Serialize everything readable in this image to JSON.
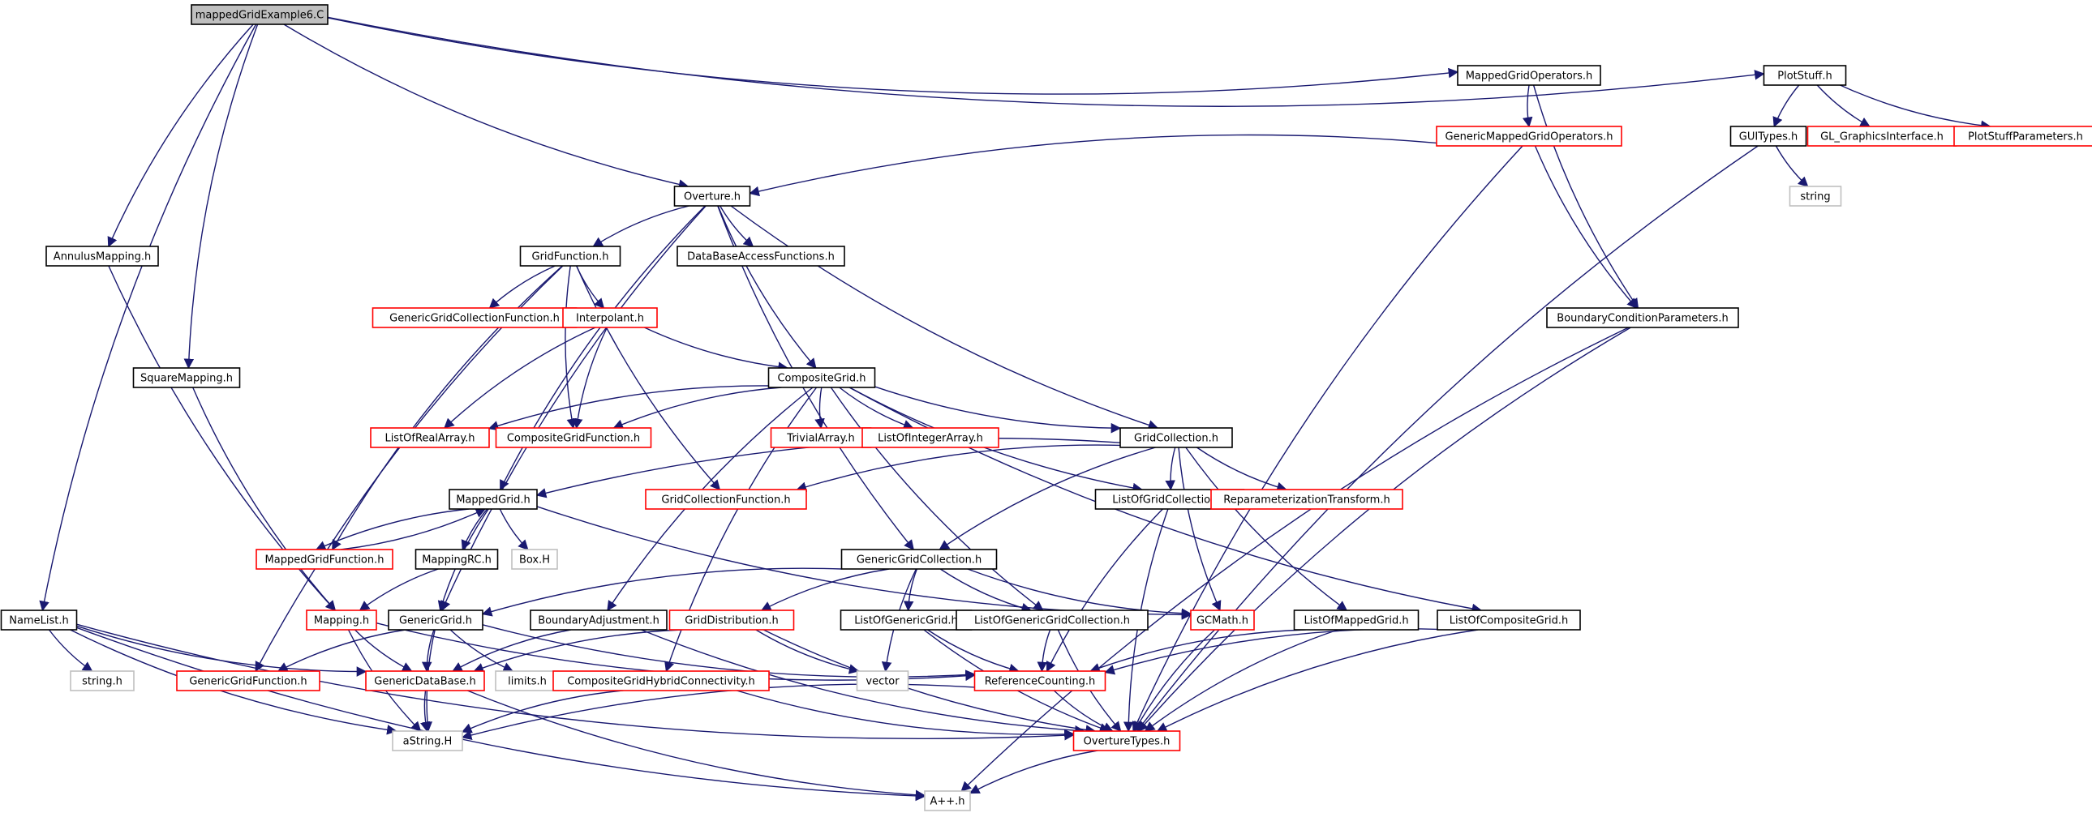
{
  "colors": {
    "edge": "#191970",
    "root_fill": "#bfbfbf",
    "normal_border": "#000000",
    "truncated_border": "#ff0000",
    "external_border": "#bfbfbf"
  },
  "nodes": [
    {
      "id": "root",
      "label": "mappedGridExample6.C",
      "kind": "root"
    },
    {
      "id": "mgo",
      "label": "MappedGridOperators.h",
      "kind": "normal"
    },
    {
      "id": "plotstuff",
      "label": "PlotStuff.h",
      "kind": "normal"
    },
    {
      "id": "gmgo",
      "label": "GenericMappedGridOperators.h",
      "kind": "truncated"
    },
    {
      "id": "guitypes",
      "label": "GUITypes.h",
      "kind": "normal"
    },
    {
      "id": "glgi",
      "label": "GL_GraphicsInterface.h",
      "kind": "truncated"
    },
    {
      "id": "psp",
      "label": "PlotStuffParameters.h",
      "kind": "truncated"
    },
    {
      "id": "string",
      "label": "string",
      "kind": "external"
    },
    {
      "id": "overture",
      "label": "Overture.h",
      "kind": "normal"
    },
    {
      "id": "annulus",
      "label": "AnnulusMapping.h",
      "kind": "normal"
    },
    {
      "id": "gridfunction",
      "label": "GridFunction.h",
      "kind": "normal"
    },
    {
      "id": "dbaf",
      "label": "DataBaseAccessFunctions.h",
      "kind": "normal"
    },
    {
      "id": "bcp",
      "label": "BoundaryConditionParameters.h",
      "kind": "normal"
    },
    {
      "id": "ggcf",
      "label": "GenericGridCollectionFunction.h",
      "kind": "truncated"
    },
    {
      "id": "interpolant",
      "label": "Interpolant.h",
      "kind": "truncated"
    },
    {
      "id": "square",
      "label": "SquareMapping.h",
      "kind": "normal"
    },
    {
      "id": "compositegrid",
      "label": "CompositeGrid.h",
      "kind": "normal"
    },
    {
      "id": "lora",
      "label": "ListOfRealArray.h",
      "kind": "truncated"
    },
    {
      "id": "cgf",
      "label": "CompositeGridFunction.h",
      "kind": "truncated"
    },
    {
      "id": "trivial",
      "label": "TrivialArray.h",
      "kind": "truncated"
    },
    {
      "id": "loia",
      "label": "ListOfIntegerArray.h",
      "kind": "truncated"
    },
    {
      "id": "gridcollection",
      "label": "GridCollection.h",
      "kind": "normal"
    },
    {
      "id": "mappedgrid",
      "label": "MappedGrid.h",
      "kind": "normal"
    },
    {
      "id": "gcf",
      "label": "GridCollectionFunction.h",
      "kind": "truncated"
    },
    {
      "id": "logc",
      "label": "ListOfGridCollection.h",
      "kind": "normal"
    },
    {
      "id": "rt",
      "label": "ReparameterizationTransform.h",
      "kind": "truncated"
    },
    {
      "id": "mgf",
      "label": "MappedGridFunction.h",
      "kind": "truncated"
    },
    {
      "id": "mappingrc",
      "label": "MappingRC.h",
      "kind": "normal"
    },
    {
      "id": "boxh",
      "label": "Box.H",
      "kind": "external"
    },
    {
      "id": "ggc",
      "label": "GenericGridCollection.h",
      "kind": "normal"
    },
    {
      "id": "namelist",
      "label": "NameList.h",
      "kind": "normal"
    },
    {
      "id": "mapping",
      "label": "Mapping.h",
      "kind": "truncated"
    },
    {
      "id": "genericgrid",
      "label": "GenericGrid.h",
      "kind": "normal"
    },
    {
      "id": "ba",
      "label": "BoundaryAdjustment.h",
      "kind": "normal"
    },
    {
      "id": "griddist",
      "label": "GridDistribution.h",
      "kind": "truncated"
    },
    {
      "id": "loggrid",
      "label": "ListOfGenericGrid.h",
      "kind": "normal"
    },
    {
      "id": "loggc",
      "label": "ListOfGenericGridCollection.h",
      "kind": "normal"
    },
    {
      "id": "gcmath",
      "label": "GCMath.h",
      "kind": "truncated"
    },
    {
      "id": "lomg",
      "label": "ListOfMappedGrid.h",
      "kind": "normal"
    },
    {
      "id": "locg",
      "label": "ListOfCompositeGrid.h",
      "kind": "normal"
    },
    {
      "id": "stringh",
      "label": "string.h",
      "kind": "external"
    },
    {
      "id": "ggf",
      "label": "GenericGridFunction.h",
      "kind": "truncated"
    },
    {
      "id": "gdb",
      "label": "GenericDataBase.h",
      "kind": "truncated"
    },
    {
      "id": "limits",
      "label": "limits.h",
      "kind": "external"
    },
    {
      "id": "cghc",
      "label": "CompositeGridHybridConnectivity.h",
      "kind": "truncated"
    },
    {
      "id": "vector",
      "label": "vector",
      "kind": "external"
    },
    {
      "id": "refcount",
      "label": "ReferenceCounting.h",
      "kind": "truncated"
    },
    {
      "id": "astring",
      "label": "aString.H",
      "kind": "external"
    },
    {
      "id": "overturetypes",
      "label": "OvertureTypes.h",
      "kind": "truncated"
    },
    {
      "id": "app",
      "label": "A++.h",
      "kind": "external"
    }
  ],
  "edges": [
    [
      "root",
      "overture"
    ],
    [
      "root",
      "annulus"
    ],
    [
      "root",
      "square"
    ],
    [
      "root",
      "namelist"
    ],
    [
      "root",
      "mgo"
    ],
    [
      "root",
      "plotstuff"
    ],
    [
      "mgo",
      "gmgo"
    ],
    [
      "mgo",
      "bcp"
    ],
    [
      "plotstuff",
      "guitypes"
    ],
    [
      "plotstuff",
      "glgi"
    ],
    [
      "plotstuff",
      "psp"
    ],
    [
      "guitypes",
      "string"
    ],
    [
      "guitypes",
      "overturetypes"
    ],
    [
      "gmgo",
      "overture"
    ],
    [
      "gmgo",
      "bcp"
    ],
    [
      "gmgo",
      "overturetypes"
    ],
    [
      "bcp",
      "overturetypes"
    ],
    [
      "bcp",
      "app"
    ],
    [
      "overture",
      "gridfunction"
    ],
    [
      "overture",
      "dbaf"
    ],
    [
      "overture",
      "compositegrid"
    ],
    [
      "overture",
      "gridcollection"
    ],
    [
      "overture",
      "ggc"
    ],
    [
      "overture",
      "mappedgrid"
    ],
    [
      "overture",
      "genericgrid"
    ],
    [
      "gridfunction",
      "ggcf"
    ],
    [
      "gridfunction",
      "interpolant"
    ],
    [
      "gridfunction",
      "cgf"
    ],
    [
      "gridfunction",
      "gcf"
    ],
    [
      "gridfunction",
      "mgf"
    ],
    [
      "gridfunction",
      "ggf"
    ],
    [
      "interpolant",
      "compositegrid"
    ],
    [
      "interpolant",
      "lora"
    ],
    [
      "interpolant",
      "cgf"
    ],
    [
      "compositegrid",
      "lora"
    ],
    [
      "compositegrid",
      "cgf"
    ],
    [
      "compositegrid",
      "trivial"
    ],
    [
      "compositegrid",
      "loia"
    ],
    [
      "compositegrid",
      "gridcollection"
    ],
    [
      "compositegrid",
      "logc"
    ],
    [
      "compositegrid",
      "loggc"
    ],
    [
      "compositegrid",
      "locg"
    ],
    [
      "compositegrid",
      "ba"
    ],
    [
      "compositegrid",
      "cghc"
    ],
    [
      "gridcollection",
      "mappedgrid"
    ],
    [
      "gridcollection",
      "gcf"
    ],
    [
      "gridcollection",
      "logc"
    ],
    [
      "gridcollection",
      "rt"
    ],
    [
      "gridcollection",
      "ggc"
    ],
    [
      "gridcollection",
      "gcmath"
    ],
    [
      "gridcollection",
      "lomg"
    ],
    [
      "mappedgrid",
      "mgf"
    ],
    [
      "mappedgrid",
      "mappingrc"
    ],
    [
      "mappedgrid",
      "boxh"
    ],
    [
      "mappedgrid",
      "genericgrid"
    ],
    [
      "mappedgrid",
      "gcmath"
    ],
    [
      "mgf",
      "mappedgrid"
    ],
    [
      "mappingrc",
      "mapping"
    ],
    [
      "annulus",
      "mapping"
    ],
    [
      "square",
      "mapping"
    ],
    [
      "logc",
      "refcount"
    ],
    [
      "logc",
      "overturetypes"
    ],
    [
      "ggc",
      "genericgrid"
    ],
    [
      "ggc",
      "griddist"
    ],
    [
      "ggc",
      "loggrid"
    ],
    [
      "ggc",
      "loggc"
    ],
    [
      "ggc",
      "gcmath"
    ],
    [
      "ggc",
      "vector"
    ],
    [
      "namelist",
      "stringh"
    ],
    [
      "namelist",
      "gdb"
    ],
    [
      "namelist",
      "astring"
    ],
    [
      "namelist",
      "overturetypes"
    ],
    [
      "namelist",
      "app"
    ],
    [
      "mapping",
      "gdb"
    ],
    [
      "mapping",
      "astring"
    ],
    [
      "mapping",
      "refcount"
    ],
    [
      "genericgrid",
      "ggf"
    ],
    [
      "genericgrid",
      "gdb"
    ],
    [
      "genericgrid",
      "limits"
    ],
    [
      "genericgrid",
      "astring"
    ],
    [
      "genericgrid",
      "refcount"
    ],
    [
      "ba",
      "gdb"
    ],
    [
      "ba",
      "overturetypes"
    ],
    [
      "griddist",
      "gdb"
    ],
    [
      "griddist",
      "vector"
    ],
    [
      "griddist",
      "overturetypes"
    ],
    [
      "loggrid",
      "refcount"
    ],
    [
      "loggrid",
      "overturetypes"
    ],
    [
      "loggc",
      "refcount"
    ],
    [
      "loggc",
      "overturetypes"
    ],
    [
      "gcmath",
      "overturetypes"
    ],
    [
      "lomg",
      "refcount"
    ],
    [
      "lomg",
      "overturetypes"
    ],
    [
      "locg",
      "refcount"
    ],
    [
      "locg",
      "overturetypes"
    ],
    [
      "cghc",
      "astring"
    ],
    [
      "cghc",
      "overturetypes"
    ],
    [
      "gdb",
      "astring"
    ],
    [
      "gdb",
      "app"
    ],
    [
      "refcount",
      "astring"
    ],
    [
      "refcount",
      "overturetypes"
    ],
    [
      "overturetypes",
      "app"
    ]
  ]
}
